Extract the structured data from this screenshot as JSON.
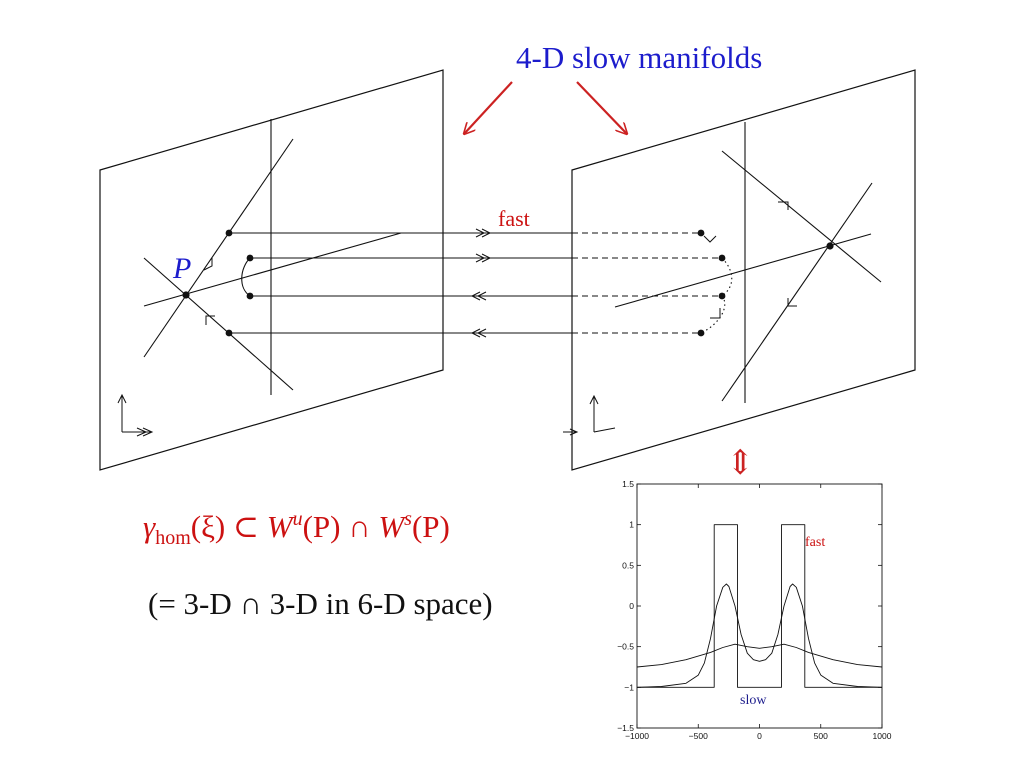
{
  "title": "4-D slow manifolds",
  "fast_label": "fast",
  "point_label": "P",
  "formula": {
    "gamma": "γ",
    "subscript": "hom",
    "arg": "(ξ) ⊂ ",
    "W": "W",
    "sup_u": "u",
    "mid": "(P) ∩ ",
    "sup_s": "s",
    "end": "(P)"
  },
  "note": "(= 3-D ∩ 3-D in 6-D space)",
  "double_arrow": "⇕",
  "colors": {
    "title": "#1c1ccc",
    "arrow": "#cc2222",
    "formula": "#cc1111",
    "line": "#111111"
  },
  "chart_data": {
    "type": "line",
    "title": "",
    "xlabel": "",
    "ylabel": "",
    "xlim": [
      -1000,
      1000
    ],
    "ylim": [
      -1.5,
      1.5
    ],
    "xticks": [
      -1000,
      -500,
      0,
      500,
      1000
    ],
    "yticks": [
      -1.5,
      -1,
      -0.5,
      0,
      0.5,
      1,
      1.5
    ],
    "xtick_labels": [
      "−1000",
      "−500",
      "0",
      "500",
      "1000"
    ],
    "ytick_labels": [
      "−1.5",
      "−1",
      "−0.5",
      "0",
      "0.5",
      "1",
      "1.5"
    ],
    "annotations": [
      {
        "text": "fast",
        "color": "#cc1111"
      },
      {
        "text": "slow",
        "color": "#1c1c8c"
      }
    ],
    "series": [
      {
        "x": [
          -1000,
          -370,
          -370,
          -180,
          -180,
          180,
          180,
          370,
          370,
          1000
        ],
        "y": [
          -1,
          -1,
          1,
          1,
          -1,
          -1,
          1,
          1,
          -1,
          -1
        ]
      },
      {
        "x": [
          -1000,
          -800,
          -600,
          -500,
          -450,
          -400,
          -350,
          -300,
          -270,
          -250,
          -200,
          -150,
          -100,
          -50,
          0,
          50,
          100,
          150,
          200,
          250,
          270,
          300,
          350,
          400,
          450,
          500,
          600,
          800,
          1000
        ],
        "y": [
          -1,
          -0.99,
          -0.95,
          -0.85,
          -0.7,
          -0.4,
          0.0,
          0.23,
          0.27,
          0.24,
          0.0,
          -0.35,
          -0.58,
          -0.66,
          -0.68,
          -0.66,
          -0.58,
          -0.35,
          0.0,
          0.24,
          0.27,
          0.23,
          0.0,
          -0.4,
          -0.7,
          -0.85,
          -0.95,
          -0.99,
          -1
        ]
      },
      {
        "x": [
          -1000,
          -800,
          -600,
          -400,
          -300,
          -200,
          -100,
          0,
          100,
          200,
          300,
          400,
          600,
          800,
          1000
        ],
        "y": [
          -0.75,
          -0.72,
          -0.66,
          -0.57,
          -0.51,
          -0.47,
          -0.5,
          -0.52,
          -0.5,
          -0.47,
          -0.51,
          -0.57,
          -0.66,
          -0.72,
          -0.75
        ]
      }
    ]
  }
}
